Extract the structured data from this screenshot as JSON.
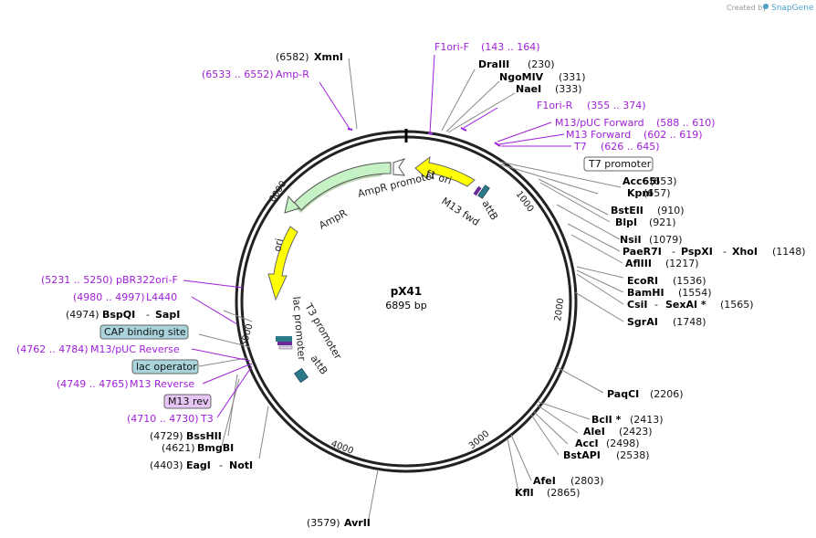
{
  "credit": {
    "prefix": "Created by",
    "brand": "SnapGene"
  },
  "plasmid": {
    "name": "pX41",
    "length": "6895 bp"
  },
  "ticks": [
    "1000",
    "2000",
    "3000",
    "4000",
    "5000",
    "6000"
  ],
  "features": {
    "f1_ori": "f1 ori",
    "ampr_promoter": "AmpR promoter",
    "ampr": "AmpR",
    "ori": "ori",
    "lac_promoter": "lac promoter",
    "t3_promoter": "T3 promoter",
    "attb_top": "attB",
    "attb_bottom": "attB",
    "m13_fwd": "M13 fwd"
  },
  "boxed": {
    "t7_promoter": "T7 promoter",
    "cap_binding_site": "CAP binding site",
    "lac_operator": "lac operator",
    "m13_rev": "M13 rev"
  },
  "primers": {
    "f1ori_f": "F1ori-F",
    "f1ori_f_pos": "(143 .. 164)",
    "f1ori_r": "F1ori-R",
    "f1ori_r_pos": "(355 .. 374)",
    "m13puc_fwd": "M13/pUC Forward",
    "m13puc_fwd_pos": "(588 .. 610)",
    "m13_fwd": "M13 Forward",
    "m13_fwd_pos": "(602 .. 619)",
    "t7": "T7",
    "t7_pos": "(626 .. 645)",
    "ampr_pos": "(6533 .. 6552)",
    "ampr_name": "Amp-R",
    "pbr_pos": "(5231 .. 5250)",
    "pbr_name": "pBR322ori-F",
    "l4440_pos": "(4980 .. 4997)",
    "l4440_name": "L4440",
    "m13puc_rev_pos": "(4762 .. 4784)",
    "m13puc_rev_name": "M13/pUC Reverse",
    "m13_rev_pos": "(4749 .. 4765)",
    "m13_rev_name": "M13 Reverse",
    "t3_pos": "(4710 .. 4730)",
    "t3_name": "T3"
  },
  "sites_right": [
    {
      "name": "DraIII",
      "pos": "(230)"
    },
    {
      "name": "NgoMIV",
      "pos": "(331)"
    },
    {
      "name": "NaeI",
      "pos": "(333)"
    },
    {
      "name": "Acc65I",
      "pos": "(653)"
    },
    {
      "name": "KpnI",
      "pos": "(657)"
    },
    {
      "name": "BstEII",
      "pos": "(910)"
    },
    {
      "name": "BlpI",
      "pos": "(921)"
    },
    {
      "name": "NsiI",
      "pos": "(1079)"
    },
    {
      "name": "AflIII",
      "pos": "(1217)"
    },
    {
      "name": "EcoRI",
      "pos": "(1536)"
    },
    {
      "name": "BamHI",
      "pos": "(1554)"
    },
    {
      "name": "SgrAI",
      "pos": "(1748)"
    },
    {
      "name": "PaqCI",
      "pos": "(2206)"
    },
    {
      "name": "BclI *",
      "pos": "(2413)"
    },
    {
      "name": "AleI",
      "pos": "(2423)"
    },
    {
      "name": "AccI",
      "pos": "(2498)"
    },
    {
      "name": "BstAPI",
      "pos": "(2538)"
    },
    {
      "name": "AfeI",
      "pos": "(2803)"
    },
    {
      "name": "KflI",
      "pos": "(2865)"
    }
  ],
  "site_multi": {
    "paer7i_a": "PaeR7I",
    "paer7i_b": "PspXI",
    "paer7i_c": "XhoI",
    "paer7i_pos": "(1148)",
    "csi_a": "CsiI",
    "csi_b": "SexAI *",
    "csi_pos": "(1565)",
    "bspqi_pos": "(4974)",
    "bspqi_a": "BspQI",
    "bspqi_b": "SapI",
    "eag_pos": "(4403)",
    "eag_a": "EagI",
    "eag_b": "NotI"
  },
  "sites_left": [
    {
      "name": "XmnI",
      "pos": "(6582)"
    },
    {
      "name": "BssHII",
      "pos": "(4729)"
    },
    {
      "name": "BmgBI",
      "pos": "(4621)"
    },
    {
      "name": "AvrII",
      "pos": "(3579)"
    }
  ]
}
